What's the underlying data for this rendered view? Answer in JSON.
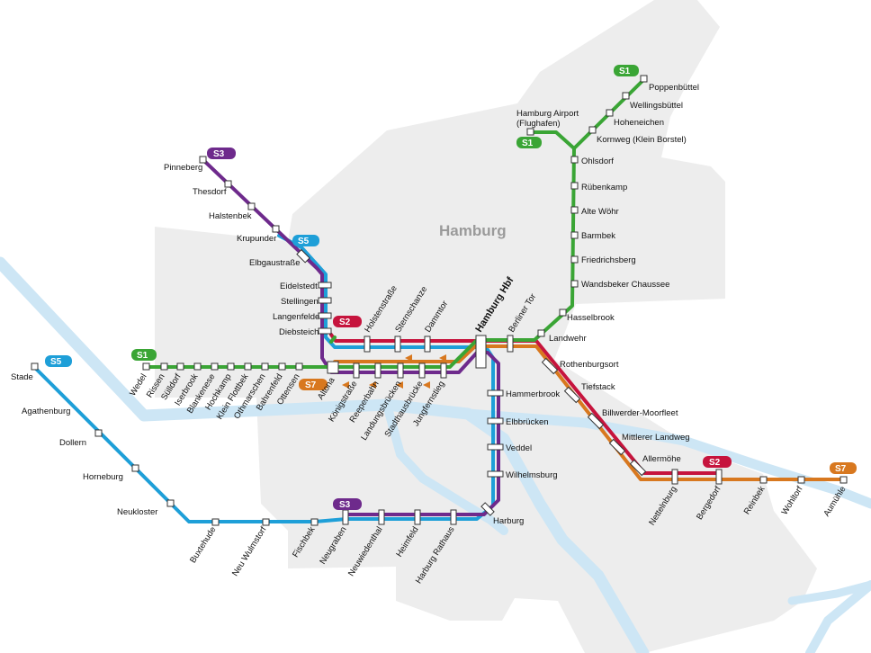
{
  "city_name": "Hamburg",
  "colors": {
    "S1": "#3aa535",
    "S2": "#c6143d",
    "S3": "#6e2a8c",
    "S5": "#1e9fd8",
    "S7": "#d8781f",
    "river": "#cde6f5",
    "city_area": "#ededed"
  },
  "line_badges": {
    "s1": "S1",
    "s2": "S2",
    "s3": "S3",
    "s5": "S5",
    "s7": "S7"
  },
  "stations": {
    "poppenbuettel": "Poppenbüttel",
    "wellingsbuettel": "Wellingsbüttel",
    "hoheneichen": "Hoheneichen",
    "kornweg": "Kornweg (Klein Borstel)",
    "airport": "Hamburg Airport",
    "airport_sub": "(Flughafen)",
    "ohlsdorf": "Ohlsdorf",
    "ruebenkamp": "Rübenkamp",
    "alte_woehr": "Alte Wöhr",
    "barmbek": "Barmbek",
    "friedrichsberg": "Friedrichsberg",
    "wandsbeker_chaussee": "Wandsbeker Chaussee",
    "hasselbrook": "Hasselbrook",
    "landwehr": "Landwehr",
    "berliner_tor": "Berliner Tor",
    "hamburg_hbf": "Hamburg Hbf",
    "dammtor": "Dammtor",
    "sternschanze": "Sternschanze",
    "holstenstrasse": "Holstenstraße",
    "pinneberg": "Pinneberg",
    "thesdorf": "Thesdorf",
    "halstenbek": "Halstenbek",
    "krupunder": "Krupunder",
    "elbgaustrasse": "Elbgaustraße",
    "eidelstedt": "Eidelstedt",
    "stellingen": "Stellingen",
    "langenfelde": "Langenfelde",
    "diebsteich": "Diebsteich",
    "wedel": "Wedel",
    "rissen": "Rissen",
    "suelldorf": "Sülldorf",
    "iserbrook": "Iserbrook",
    "blankenese": "Blankenese",
    "hochkamp": "Hochkamp",
    "klein_flottbek": "Klein Flottbek",
    "othmarschen": "Othmarschen",
    "bahrenfeld": "Bahrenfeld",
    "ottensen": "Ottensen",
    "altona": "Altona",
    "koenigstrasse": "Königstraße",
    "reeperbahn": "Reeperbahn",
    "landungsbruecken": "Landungsbrücken",
    "stadthausbruecke": "Stadthausbrücke",
    "jungfernstieg": "Jungfernstieg",
    "rothenburgsort": "Rothenburgsort",
    "tiefstack": "Tiefstack",
    "billwerder": "Billwerder-Moorfleet",
    "mittlerer_landweg": "Mittlerer Landweg",
    "allermoehe": "Allermöhe",
    "nettelnburg": "Nettelnburg",
    "bergedorf": "Bergedorf",
    "reinbek": "Reinbek",
    "wohltorf": "Wohltorf",
    "aumuehle": "Aumühle",
    "hammerbrook": "Hammerbrook",
    "elbbruecken": "Elbbrücken",
    "veddel": "Veddel",
    "wilhelmsburg": "Wilhelmsburg",
    "harburg": "Harburg",
    "harburg_rathaus": "Harburg Rathaus",
    "heimfeld": "Heimfeld",
    "neuwiedenthal": "Neuwiedenthal",
    "neugraben": "Neugraben",
    "fischbek": "Fischbek",
    "neu_wulmstorf": "Neu Wulmstorf",
    "buxtehude": "Buxtehude",
    "neukloster": "Neukloster",
    "horneburg": "Horneburg",
    "dollern": "Dollern",
    "agathenburg": "Agathenburg",
    "stade": "Stade"
  }
}
